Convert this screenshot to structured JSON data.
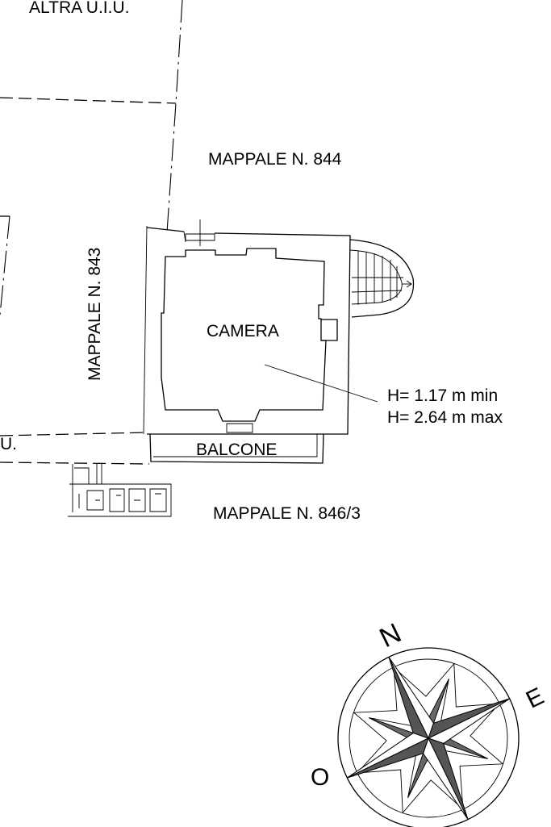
{
  "labels": {
    "other_unit": "ALTRA U.I.U.",
    "parcel_844": "MAPPALE N. 844",
    "parcel_843": "MAPPALE N. 843",
    "parcel_846": "MAPPALE N. 846/3",
    "room": "CAMERA",
    "balcony": "BALCONE",
    "left_fragment": "U.",
    "height_min": "H= 1.17 m min",
    "height_max": "H= 2.64 m max"
  },
  "compass": {
    "north": "N",
    "east": "E",
    "west": "O"
  },
  "colors": {
    "ink": "#000000",
    "paper": "#ffffff"
  }
}
